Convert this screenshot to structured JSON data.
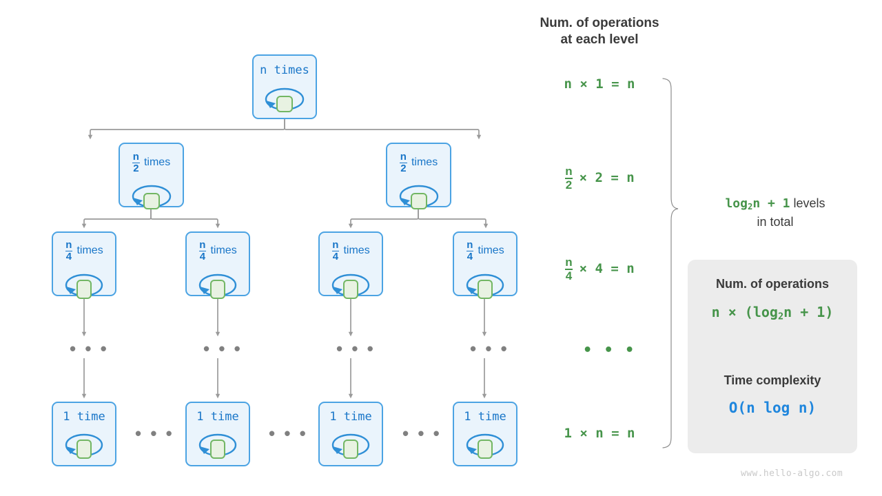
{
  "watermark": "www.hello-algo.com",
  "colors": {
    "node_fill": "#eaf4fc",
    "node_border": "#4ba3e3",
    "node_text": "#1976c8",
    "inner_fill": "#e8f2e2",
    "inner_border": "#72b663",
    "connector": "#9a9a9a",
    "formula_green": "#46944a",
    "complexity_blue": "#1f86dd",
    "card_bg": "#ececec",
    "heading": "#3a3a3a"
  },
  "tree": {
    "levels": [
      {
        "level": 1,
        "nodes": [
          {
            "numerator": "n",
            "denominator": "",
            "count_text": "n",
            "unit": "times",
            "mono_label": "n times"
          }
        ]
      },
      {
        "level": 2,
        "nodes": [
          {
            "numerator": "n",
            "denominator": "2",
            "unit": "times"
          },
          {
            "numerator": "n",
            "denominator": "2",
            "unit": "times"
          }
        ]
      },
      {
        "level": 3,
        "nodes": [
          {
            "numerator": "n",
            "denominator": "4",
            "unit": "times"
          },
          {
            "numerator": "n",
            "denominator": "4",
            "unit": "times"
          },
          {
            "numerator": "n",
            "denominator": "4",
            "unit": "times"
          },
          {
            "numerator": "n",
            "denominator": "4",
            "unit": "times"
          }
        ]
      },
      {
        "level": 4,
        "ellipsis": "• • •",
        "nodes": [
          {
            "mono_label": "• • •"
          },
          {
            "mono_label": "• • •"
          },
          {
            "mono_label": "• • •"
          },
          {
            "mono_label": "• • •"
          }
        ]
      },
      {
        "level": 5,
        "nodes": [
          {
            "mono_label": "1 time"
          },
          {
            "mono_label": "1 time"
          },
          {
            "mono_label": "1 time"
          },
          {
            "mono_label": "1 time"
          }
        ],
        "separators": [
          "• • •",
          "• • •",
          "• • •"
        ]
      }
    ]
  },
  "operations_column": {
    "title": "Num. of operations\nat each level",
    "rows": [
      {
        "id": "row-1",
        "plain": "n × 1 = n",
        "frac": null,
        "rest": "n × 1 = n"
      },
      {
        "id": "row-2",
        "plain": "n/2 × 2 = n",
        "frac": {
          "num": "n",
          "den": "2"
        },
        "rest": "× 2 = n"
      },
      {
        "id": "row-3",
        "plain": "n/4 × 4 = n",
        "frac": {
          "num": "n",
          "den": "4"
        },
        "rest": "× 4 = n"
      },
      {
        "id": "row-4",
        "plain": "• • •",
        "frac": null,
        "rest": "• • •"
      },
      {
        "id": "row-5",
        "plain": "1 × n = n",
        "frac": null,
        "rest": "1 × n = n"
      }
    ]
  },
  "levels_note": {
    "formula": "log",
    "formula_sub": "2",
    "formula_tail": "n + 1",
    "plain_tail": " levels",
    "second_line": "in total",
    "full_text": "log₂n + 1 levels in total"
  },
  "summary_card": {
    "heading_1": "Num. of operations",
    "formula": "n × (log",
    "formula_sub": "2",
    "formula_tail": "n + 1)",
    "arrow_icon": "down-arrow-icon",
    "heading_2": "Time complexity",
    "complexity": "O(n log n)"
  }
}
